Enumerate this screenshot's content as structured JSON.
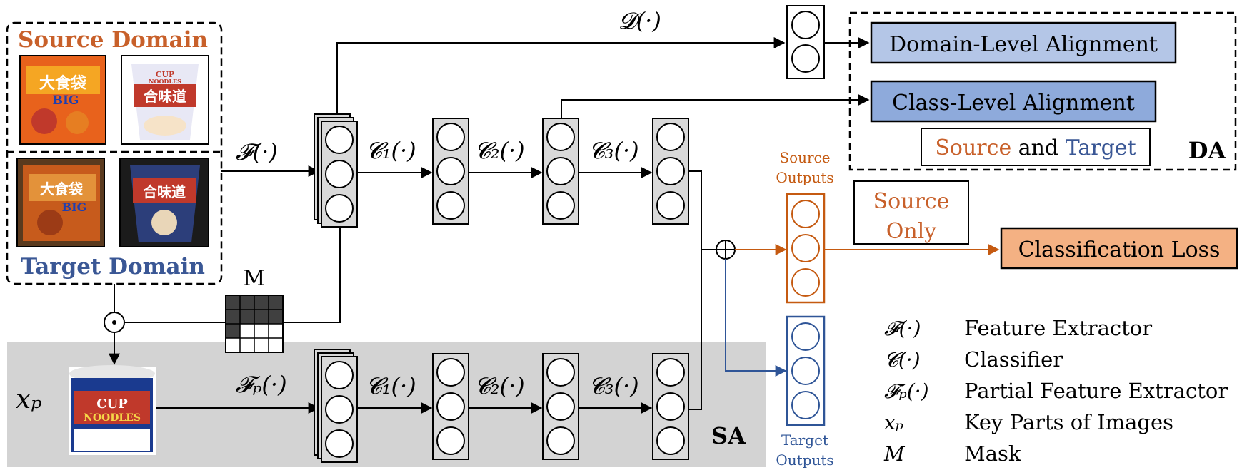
{
  "colors": {
    "orange_text": "#c8602a",
    "blue_text": "#3a5795",
    "domain_box_fill": "#b4c6e7",
    "class_box_fill": "#8eaadb",
    "loss_box_fill": "#f4b183",
    "sa_region_fill": "#d3d3d3",
    "layer_fill": "#d9d9d9",
    "mask_dark": "#404040",
    "source_outputs_color": "#c55a11",
    "target_outputs_color": "#2f5597"
  },
  "images": {
    "source_domain_title": "Source Domain",
    "target_domain_title": "Target Domain",
    "source_img1_brand": "大食袋",
    "source_img1_big": "BIG",
    "source_img2_cup": "CUP",
    "source_img2_noodles": "NOODLES",
    "source_img2_cn": "合味道",
    "target_img1_brand": "大食袋",
    "target_img1_big": "BIG",
    "target_img2_cn": "合味道",
    "partial_cup": "CUP",
    "partial_noodles": "NOODLES"
  },
  "labels": {
    "feature_extractor": "𝓕(·)",
    "domain_disc": "𝓓(·)",
    "c1_top": "𝓒₁(·)",
    "c2_top": "𝓒₂(·)",
    "c3_top": "𝓒₃(·)",
    "c1_bottom": "𝓒₁(·)",
    "c2_bottom": "𝓒₂(·)",
    "c3_bottom": "𝓒₃(·)",
    "partial_extractor": "𝓕ₚ(·)",
    "xp": "𝑥ₚ",
    "mask": "M",
    "odot": "⊙",
    "oplus": "⊕",
    "sa": "SA",
    "da": "DA",
    "source_outputs_line1": "Source",
    "source_outputs_line2": "Outputs",
    "target_outputs_line1": "Target",
    "target_outputs_line2": "Outputs"
  },
  "boxes": {
    "domain_level": "Domain-Level Alignment",
    "class_level": "Class-Level Alignment",
    "source_and_target_source": "Source",
    "source_and_target_and": " and ",
    "source_and_target_target": "Target",
    "source_only_line1": "Source",
    "source_only_line2": "Only",
    "classification_loss": "Classification Loss"
  },
  "legend": [
    {
      "symbol": "𝓕(·)",
      "text": "Feature Extractor"
    },
    {
      "symbol": "𝓒(·)",
      "text": "Classifier"
    },
    {
      "symbol": "𝓕ₚ(·)",
      "text": "Partial Feature Extractor"
    },
    {
      "symbol": "𝑥ₚ",
      "text": "Key Parts of Images"
    },
    {
      "symbol": "𝑀",
      "text": "Mask"
    }
  ]
}
